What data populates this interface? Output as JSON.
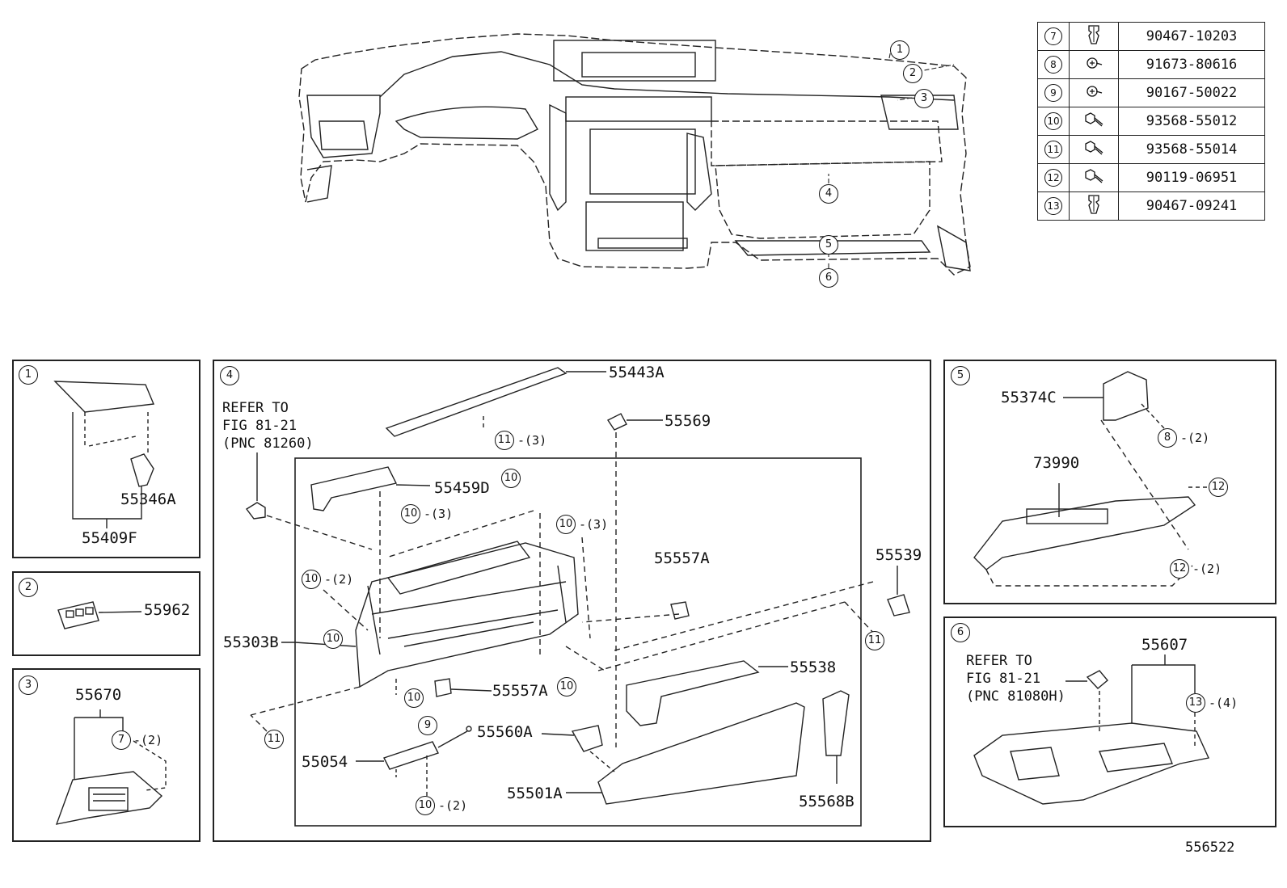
{
  "fastener_table": [
    {
      "ref": "7",
      "icon": "clip-icon",
      "part": "90467-10203"
    },
    {
      "ref": "8",
      "icon": "screw-icon",
      "part": "91673-80616"
    },
    {
      "ref": "9",
      "icon": "screw-icon",
      "part": "90167-50022"
    },
    {
      "ref": "10",
      "icon": "bolt-icon",
      "part": "93568-55012"
    },
    {
      "ref": "11",
      "icon": "bolt-icon",
      "part": "93568-55014"
    },
    {
      "ref": "12",
      "icon": "bolt-icon",
      "part": "90119-06951"
    },
    {
      "ref": "13",
      "icon": "clip-icon",
      "part": "90467-09241"
    }
  ],
  "overview_callouts": [
    "1",
    "2",
    "3",
    "4",
    "5",
    "6"
  ],
  "panel1": {
    "ref": "1",
    "parts": [
      "55346A",
      "55409F"
    ]
  },
  "panel2": {
    "ref": "2",
    "parts": [
      "55962"
    ]
  },
  "panel3": {
    "ref": "3",
    "parts": [
      "55670"
    ],
    "fastener": {
      "ref": "7",
      "qty": "-(2)"
    }
  },
  "panel4": {
    "ref": "4",
    "refer_to": [
      "REFER TO",
      "FIG 81-21",
      "(PNC 81260)"
    ],
    "parts": {
      "p55443A": "55443A",
      "p55569": "55569",
      "p55459D": "55459D",
      "p55557A_1": "55557A",
      "p55539": "55539",
      "p55303B": "55303B",
      "p55538": "55538",
      "p55557A_2": "55557A",
      "p55560A": "55560A",
      "p55054": "55054",
      "p55501A": "55501A",
      "p55568B": "55568B"
    },
    "fasteners": {
      "f11a": {
        "ref": "11",
        "qty": "-(3)"
      },
      "f10a": {
        "ref": "10",
        "qty": ""
      },
      "f10b": {
        "ref": "10",
        "qty": "-(3)"
      },
      "f10c": {
        "ref": "10",
        "qty": "-(3)"
      },
      "f10d": {
        "ref": "10",
        "qty": "-(2)"
      },
      "f10e": {
        "ref": "10",
        "qty": ""
      },
      "f11b": {
        "ref": "11",
        "qty": ""
      },
      "f10f": {
        "ref": "10",
        "qty": ""
      },
      "f10g": {
        "ref": "10",
        "qty": ""
      },
      "f11c": {
        "ref": "11",
        "qty": ""
      },
      "f9": {
        "ref": "9",
        "qty": ""
      },
      "f10h": {
        "ref": "10",
        "qty": "-(2)"
      }
    }
  },
  "panel5": {
    "ref": "5",
    "parts": {
      "p55374C": "55374C",
      "p73990": "73990"
    },
    "fasteners": {
      "f8": {
        "ref": "8",
        "qty": "-(2)"
      },
      "f12a": {
        "ref": "12",
        "qty": ""
      },
      "f12b": {
        "ref": "12",
        "qty": "-(2)"
      }
    }
  },
  "panel6": {
    "ref": "6",
    "refer_to": [
      "REFER TO",
      "FIG 81-21",
      "(PNC 81080H)"
    ],
    "parts": {
      "p55607": "55607"
    },
    "fasteners": {
      "f13": {
        "ref": "13",
        "qty": "-(4)"
      }
    }
  },
  "figure_number": "556522"
}
